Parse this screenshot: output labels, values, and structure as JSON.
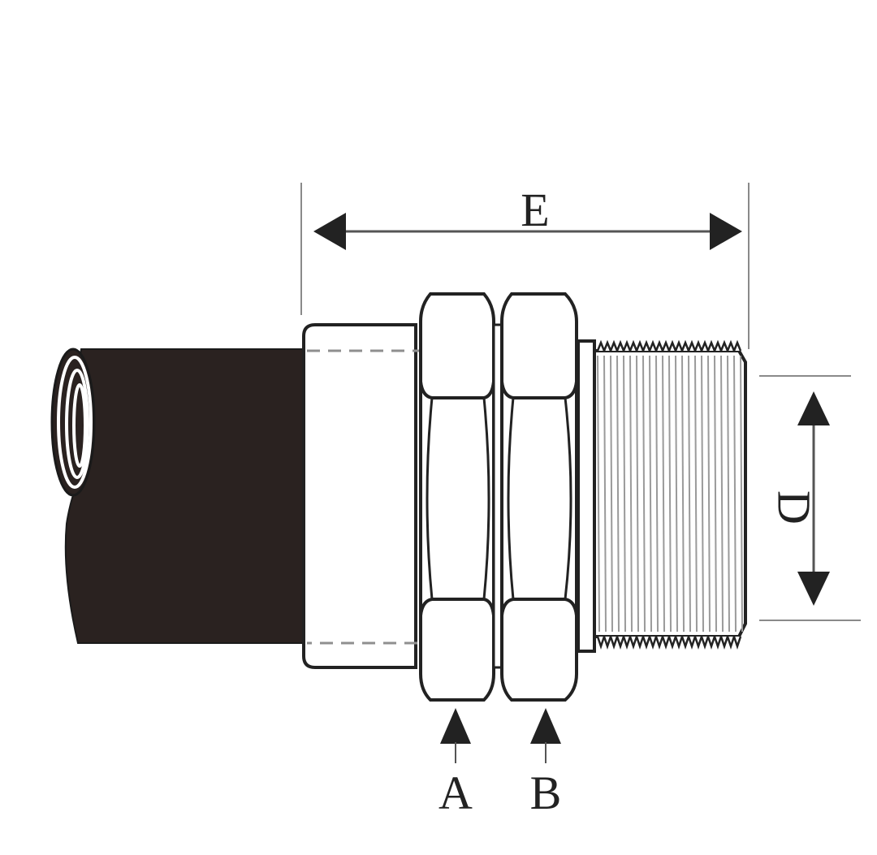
{
  "labels": {
    "overall_length": "E",
    "thread_diameter": "D",
    "hex_a": "A",
    "hex_b": "B"
  },
  "colors": {
    "line": "#222222",
    "hose": "#2a2220",
    "thread_shade": "#bdbdbd",
    "guide": "#8a8a8a",
    "hidden_line": "#8f8f8f",
    "background": "#ffffff"
  }
}
